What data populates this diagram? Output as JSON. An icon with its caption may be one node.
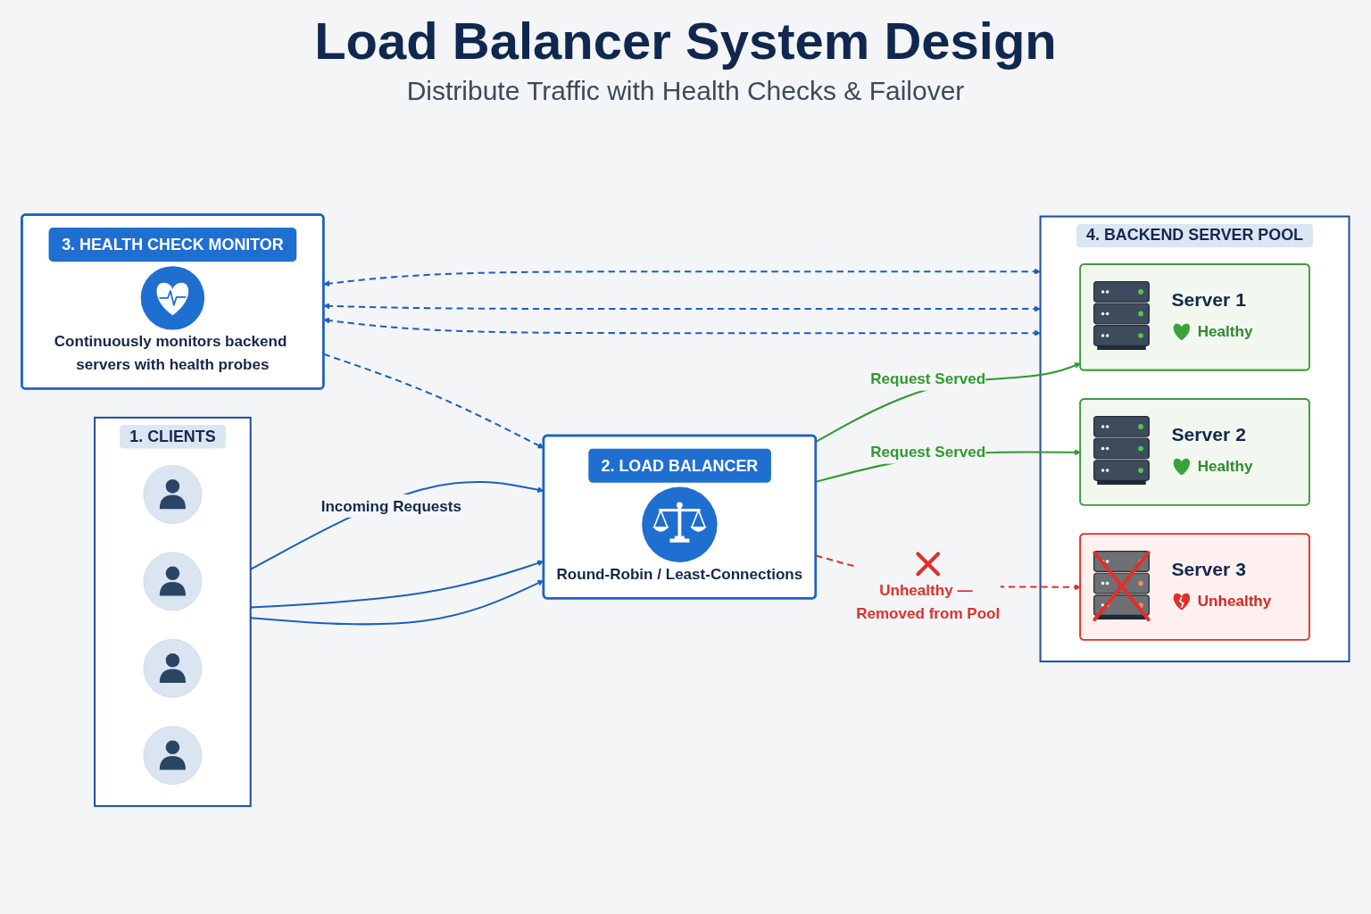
{
  "diagram": {
    "title": "Load Balancer System Design",
    "nodes": [
      {
        "text": [
          "1. CLIENTS"
        ]
      },
      {
        "text": [],
        "shape": "person",
        "in": 0
      },
      {
        "text": [],
        "shape": "person",
        "in": 0
      },
      {
        "text": [],
        "shape": "person",
        "in": 0
      },
      {
        "text": [],
        "shape": "person",
        "in": 0
      },
      {
        "text": [
          "2. LOAD BALANCER",
          "Round-Robin / Least-Connections"
        ]
      },
      {
        "text": [
          "3. HEALTH CHECK MONITOR",
          "Continuously monitors backend servers with health probes"
        ]
      },
      {
        "text": [
          "4. BACKEND SERVER POOL"
        ]
      },
      {
        "text": [
          "Server 1",
          "Healthy"
        ],
        "in": 7
      },
      {
        "text": [
          "Server 2",
          "Healthy"
        ],
        "in": 7
      },
      {
        "text": [
          "Server 3",
          "Unhealthy"
        ],
        "in": 7
      }
    ],
    "edges": [
      {
        "from": 0,
        "to": 5,
        "arrow": "to"
      },
      {
        "from": 0,
        "to": 5,
        "arrow": "to"
      },
      {
        "from": 0,
        "to": 5,
        "arrow": "to",
        "label": "Incoming Requests"
      },
      {
        "from": 5,
        "to": 10,
        "arrow": "to",
        "label": "Unhealthy — Removed from Pool",
        "style": "dashed",
        "color": "#e0302a"
      },
      {
        "from": 5,
        "to": 9,
        "arrow": "to",
        "label": "Request Served",
        "color": "#2e9a2e"
      },
      {
        "from": 5,
        "to": 8,
        "arrow": "to",
        "label": "Request Served",
        "color": "#2e9a2e"
      },
      {
        "from": 6,
        "to": 5,
        "arrow": "to",
        "style": "dashed"
      },
      {
        "from": 6,
        "to": 7,
        "arrow": "both",
        "style": "dashed"
      },
      {
        "from": 6,
        "to": 7,
        "arrow": "both",
        "style": "dashed"
      },
      {
        "from": 6,
        "to": 7,
        "arrow": "both",
        "style": "dashed"
      }
    ],
    "labels": [
      "Distribute Traffic with Health Checks & Failover"
    ]
  }
}
